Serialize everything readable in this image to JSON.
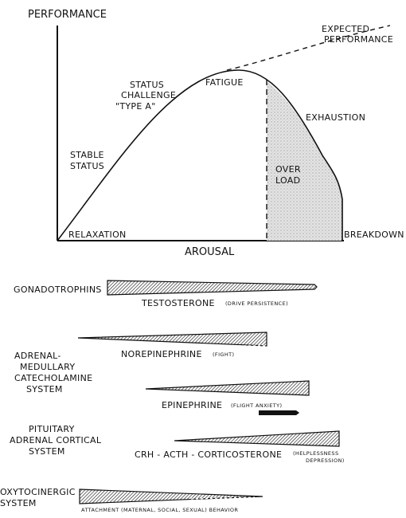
{
  "graph": {
    "y_axis_label": "PERFORMANCE",
    "x_axis_label": "AROUSAL",
    "expected_line1": "EXPECTED",
    "expected_line2": "PERFORMANCE",
    "status_line1": "STATUS",
    "status_line2": "CHALLENGE",
    "status_line3": "\"TYPE A\"",
    "fatigue": "FATIGUE",
    "exhaustion": "EXHAUSTION",
    "stable_line1": "STABLE",
    "stable_line2": "STATUS",
    "overload_line1": "OVER",
    "overload_line2": "LOAD",
    "relaxation": "RELAXATION",
    "breakdown": "BREAKDOWN"
  },
  "systems": {
    "gonadotrophins": {
      "label": "GONADOTROPHINS",
      "hormone": "TESTOSTERONE",
      "note": "(DRIVE PERSISTENCE)"
    },
    "adrenal_medullary": {
      "label_line1": "ADRENAL-",
      "label_line2": "MEDULLARY",
      "label_line3": "CATECHOLAMINE",
      "label_line4": "SYSTEM",
      "norepinephrine": "NOREPINEPHRINE",
      "norepinephrine_note": "(FIGHT)",
      "epinephrine": "EPINEPHRINE",
      "epinephrine_note": "(FLIGHT ANXIETY)"
    },
    "pituitary": {
      "label_line1": "PITUITARY",
      "label_line2": "ADRENAL CORTICAL",
      "label_line3": "SYSTEM",
      "hormone": "CRH - ACTH - CORTICOSTERONE",
      "note_line1": "(HELPLESSNESS",
      "note_line2": "DEPRESSION)"
    },
    "oxytocinergic": {
      "label_line1": "OXYTOCINERGIC",
      "label_line2": "SYSTEM",
      "note": "ATTACHMENT (MATERNAL, SOCIAL, SEXUAL) BEHAVIOR"
    }
  }
}
